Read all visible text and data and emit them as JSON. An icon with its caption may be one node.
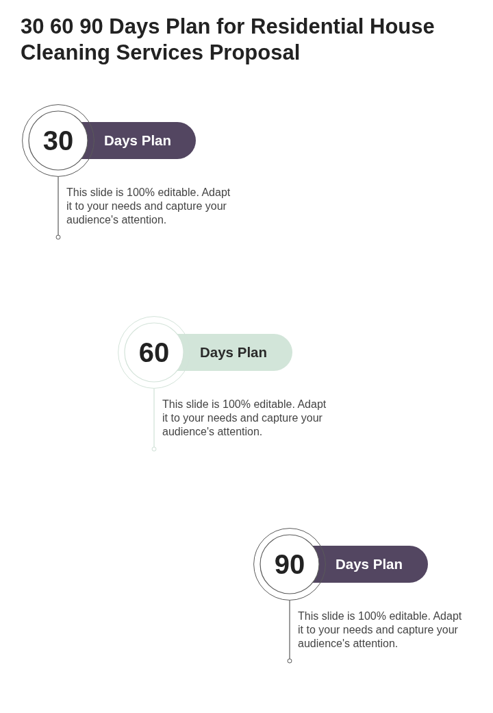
{
  "diagram": {
    "title": "30 60 90 Days Plan for Residential House Cleaning Services Proposal",
    "nodes": [
      {
        "text": [
          "30"
        ],
        "beside": [
          "This slide is 100% editable. Adapt it to your needs and capture your audience's attention."
        ]
      },
      {
        "text": [
          "Days Plan"
        ]
      },
      {
        "text": [
          "60"
        ],
        "beside": [
          "This slide is 100% editable. Adapt it to your needs and capture your audience's attention."
        ]
      },
      {
        "text": [
          "Days Plan"
        ]
      },
      {
        "text": [
          "90"
        ],
        "beside": [
          "This slide is 100% editable. Adapt it to your needs and capture your audience's attention."
        ]
      },
      {
        "text": [
          "Days Plan"
        ]
      }
    ],
    "edges": [
      {
        "from": 0,
        "to": null,
        "arrow": "other"
      },
      {
        "from": 2,
        "to": null,
        "arrow": "other",
        "color": "#cfe1d6"
      },
      {
        "from": 4,
        "to": null,
        "arrow": "other"
      }
    ]
  }
}
